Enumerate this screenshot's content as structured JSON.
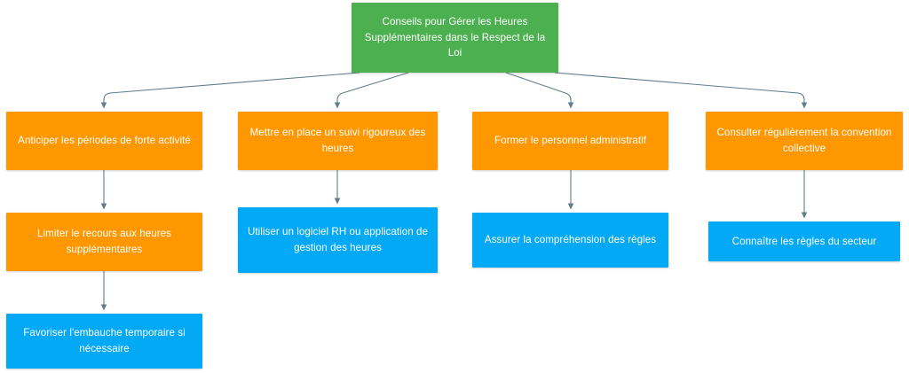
{
  "diagram": {
    "type": "flowchart",
    "orientation": "top-down",
    "colors": {
      "root": "#4caf50",
      "level1": "#ff9800",
      "level2": "#03a9f4",
      "connector": "#607d8b",
      "background": "#ffffff",
      "text": "#ffffff"
    },
    "root": {
      "label": "Conseils pour Gérer les Heures Supplémentaires dans le Respect de la Loi"
    },
    "branches": [
      {
        "id": "branch-1",
        "nodes": [
          {
            "id": "node-1-1",
            "label": "Anticiper les périodes de forte activité",
            "color": "orange"
          },
          {
            "id": "node-1-2",
            "label": "Limiter le recours aux heures supplémentaires",
            "color": "orange"
          },
          {
            "id": "node-1-3",
            "label": "Favoriser l'embauche temporaire si nécessaire",
            "color": "blue"
          }
        ]
      },
      {
        "id": "branch-2",
        "nodes": [
          {
            "id": "node-2-1",
            "label": "Mettre en place un suivi rigoureux des heures",
            "color": "orange"
          },
          {
            "id": "node-2-2",
            "label": "Utiliser un logiciel RH ou application de gestion des heures",
            "color": "blue"
          }
        ]
      },
      {
        "id": "branch-3",
        "nodes": [
          {
            "id": "node-3-1",
            "label": "Former le personnel administratif",
            "color": "orange"
          },
          {
            "id": "node-3-2",
            "label": "Assurer la compréhension des règles",
            "color": "blue"
          }
        ]
      },
      {
        "id": "branch-4",
        "nodes": [
          {
            "id": "node-4-1",
            "label": "Consulter régulièrement la convention collective",
            "color": "orange"
          },
          {
            "id": "node-4-2",
            "label": "Connaître les règles du secteur",
            "color": "blue"
          }
        ]
      }
    ]
  }
}
